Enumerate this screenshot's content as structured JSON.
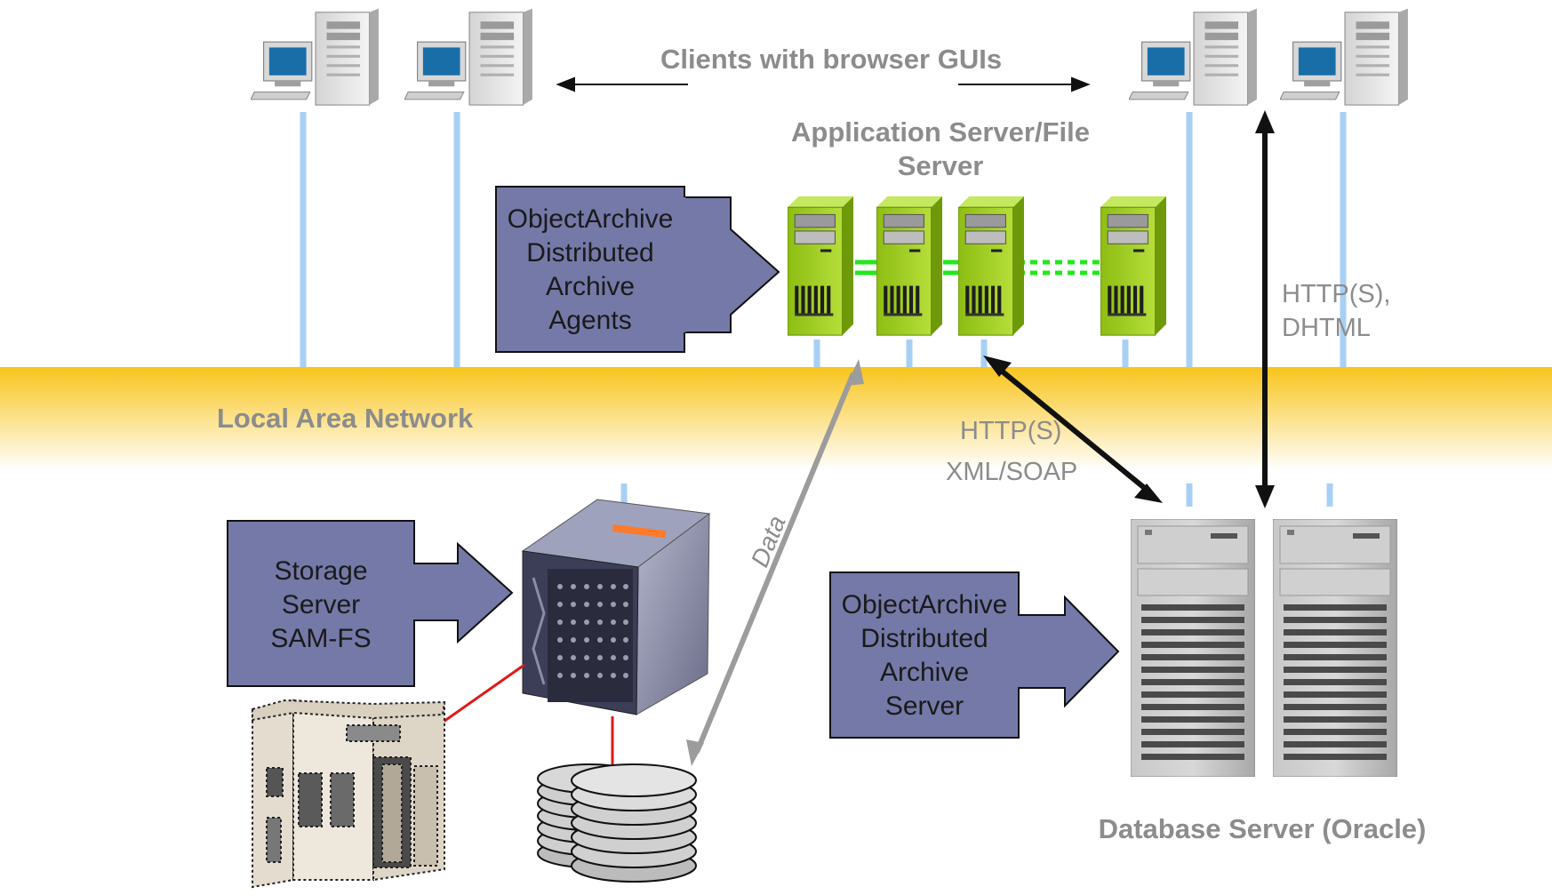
{
  "labels": {
    "clients": "Clients with browser GUIs",
    "app_server_line1": "Application Server/File",
    "app_server_line2": "Server",
    "lan": "Local Area Network",
    "db_server": "Database Server (Oracle)",
    "http_dhtml_line1": "HTTP(S),",
    "http_dhtml_line2": "DHTML",
    "http_soap_line1": "HTTP(S)",
    "http_soap_line2": "XML/SOAP",
    "data": "Data"
  },
  "callouts": {
    "agents": [
      "ObjectArchive",
      "Distributed",
      "Archive",
      "Agents"
    ],
    "storage": [
      "Storage",
      "Server",
      "SAM-FS"
    ],
    "archive_server": [
      "ObjectArchive",
      "Distributed",
      "Archive",
      "Server"
    ]
  },
  "colors": {
    "callout_fill": "#7479a8",
    "lan_band": "#f8c41c",
    "network_line": "#a8d0f4",
    "server_green": "#9ccc1c",
    "link_green": "#22e81c",
    "fc_red": "#e01818",
    "label_gray": "#8c8c8c"
  }
}
